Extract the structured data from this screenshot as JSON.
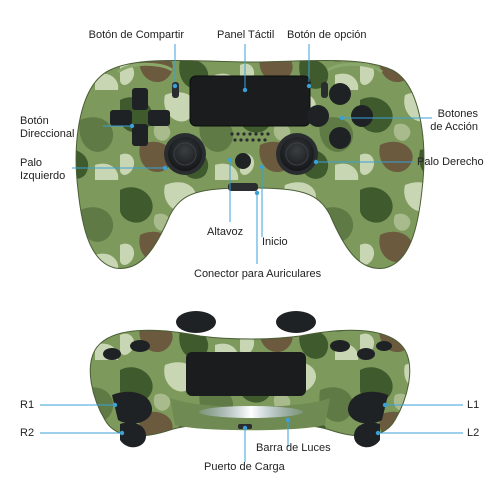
{
  "labels": {
    "share_button": "Botón de Compartir",
    "touch_panel": "Panel Táctil",
    "options_button": "Botón de opción",
    "dpad": "Botón\nDireccional",
    "action_buttons": "Botones\nde Acción",
    "left_stick": "Palo\nIzquierdo",
    "right_stick": "Palo Derecho",
    "speaker": "Altavoz",
    "home": "Inicio",
    "headphone_jack": "Conector para Auriculares",
    "r1": "R1",
    "r2": "R2",
    "l1": "L1",
    "l2": "L2",
    "light_bar": "Barra de Luces",
    "charging_port": "Puerto de Carga"
  },
  "colors": {
    "leader_line": "#3aa0d8",
    "camo_base": "#7d9a5c",
    "camo_dark": "#3f5a2c",
    "camo_mid": "#5f7a45",
    "camo_brown": "#6b5a3e",
    "camo_light": "#c9d6b4",
    "button_black": "#1f2224",
    "touchpad": "#1a1c1e",
    "light_bar_glow": "#e8ecff"
  },
  "icons": [
    "triangle-icon",
    "circle-icon",
    "cross-icon",
    "square-icon",
    "dpad-icon",
    "touchpad-icon",
    "ps-home-icon"
  ]
}
